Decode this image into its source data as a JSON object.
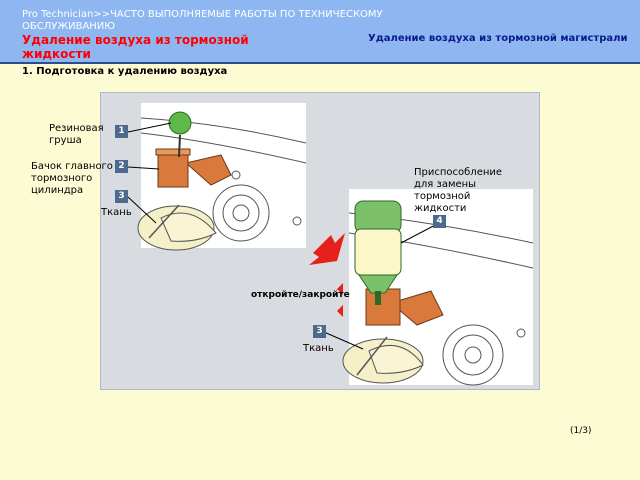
{
  "header": {
    "breadcrumb": "Pro Technician>>ЧАСТО ВЫПОЛНЯЕМЫЕ РАБОТЫ ПО ТЕХНИЧЕСКОМУ ОБСЛУЖИВАНИЮ",
    "title": "Удаление воздуха из тормозной жидкости",
    "subtitle": "Удаление воздуха из тормозной магистрали"
  },
  "section_heading": "1. Подготовка к удалению воздуха",
  "figure": {
    "labels": {
      "rubber_bulb": "Резиновая груша",
      "reservoir": "Бачок главного тормозного цилиндра",
      "cloth_top": "Ткань",
      "tool": "Приспособление для замены тормозной жидкости",
      "open_close": "откройте/закройте",
      "cloth_bottom": "Ткань"
    },
    "callouts": {
      "n1": "1",
      "n2": "2",
      "n3_top": "3",
      "n4": "4",
      "n3_bottom": "3"
    }
  },
  "pagination": "(1/3)",
  "colors": {
    "header_bg": "#8eb6f0",
    "title": "#ff0000",
    "subtitle": "#0a1a8c",
    "page_bg": "#fdfbd4",
    "callout_bg": "#4b6a8e",
    "arrow": "#e8201c"
  }
}
